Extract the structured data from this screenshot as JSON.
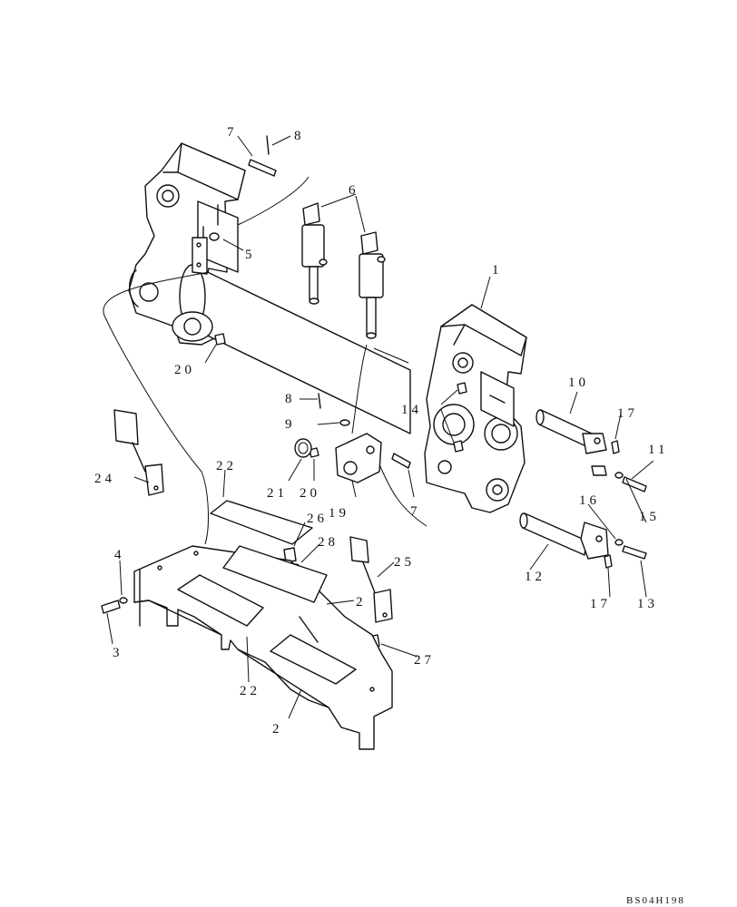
{
  "drawing_code": "BS04H198",
  "callouts": [
    {
      "id": "c1",
      "label": "1"
    },
    {
      "id": "c2a",
      "label": "2"
    },
    {
      "id": "c2b",
      "label": "2"
    },
    {
      "id": "c3",
      "label": "3"
    },
    {
      "id": "c4",
      "label": "4"
    },
    {
      "id": "c5",
      "label": "5"
    },
    {
      "id": "c6",
      "label": "6"
    },
    {
      "id": "c7a",
      "label": "7"
    },
    {
      "id": "c7b",
      "label": "7"
    },
    {
      "id": "c8a",
      "label": "8"
    },
    {
      "id": "c8b",
      "label": "8"
    },
    {
      "id": "c9",
      "label": "9"
    },
    {
      "id": "c10",
      "label": "10"
    },
    {
      "id": "c11",
      "label": "11"
    },
    {
      "id": "c12",
      "label": "12"
    },
    {
      "id": "c13",
      "label": "13"
    },
    {
      "id": "c14",
      "label": "14"
    },
    {
      "id": "c15",
      "label": "15"
    },
    {
      "id": "c16",
      "label": "16"
    },
    {
      "id": "c17a",
      "label": "17"
    },
    {
      "id": "c17b",
      "label": "17"
    },
    {
      "id": "c19",
      "label": "19"
    },
    {
      "id": "c20a",
      "label": "20"
    },
    {
      "id": "c20b",
      "label": "20"
    },
    {
      "id": "c21",
      "label": "21"
    },
    {
      "id": "c22a",
      "label": "22"
    },
    {
      "id": "c22b",
      "label": "22"
    },
    {
      "id": "c24",
      "label": "24"
    },
    {
      "id": "c25",
      "label": "25"
    },
    {
      "id": "c26",
      "label": "26"
    },
    {
      "id": "c27",
      "label": "27"
    },
    {
      "id": "c28",
      "label": "28"
    }
  ]
}
